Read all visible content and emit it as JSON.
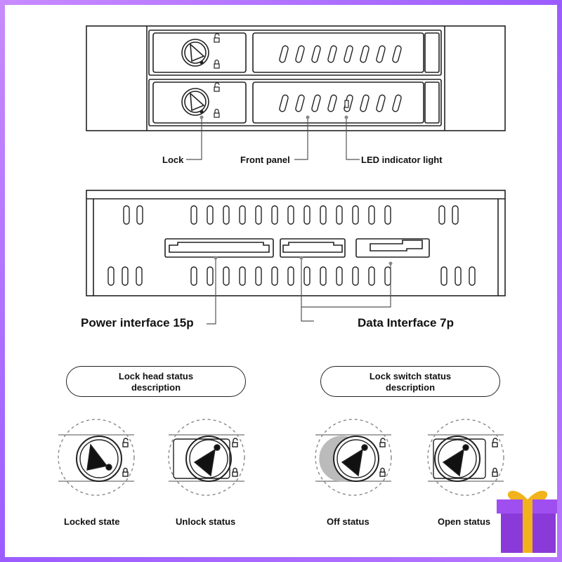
{
  "front_view": {
    "labels": {
      "lock": "Lock",
      "front_panel": "Front panel",
      "led": "LED indicator light"
    }
  },
  "back_view": {
    "labels": {
      "power": "Power interface 15p",
      "data": "Data Interface 7p"
    }
  },
  "status_groups": [
    {
      "title_line1": "Lock head status",
      "title_line2": "description",
      "items": [
        {
          "label": "Locked state"
        },
        {
          "label": "Unlock status"
        }
      ]
    },
    {
      "title_line1": "Lock switch status",
      "title_line2": "description",
      "items": [
        {
          "label": "Off status"
        },
        {
          "label": "Open status"
        }
      ]
    }
  ],
  "colors": {
    "line": "#222222",
    "frame_purple": "#9b5cff",
    "gift_box": "#8a3ad8",
    "gift_ribbon": "#f2b21b"
  },
  "icons": [
    "padlock-open-icon",
    "padlock-closed-icon",
    "gift-box-icon"
  ]
}
